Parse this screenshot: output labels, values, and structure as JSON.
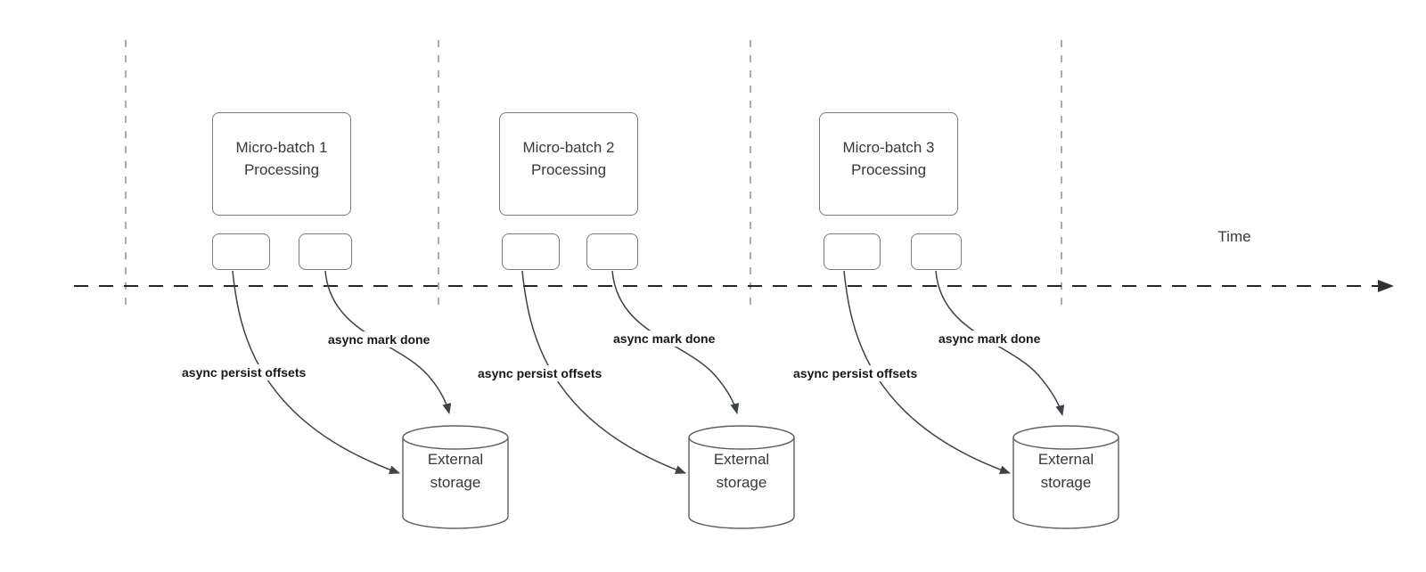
{
  "timeline": {
    "label": "Time"
  },
  "sections": [
    {
      "batch": {
        "line1": "Micro-batch 1",
        "line2": "Processing"
      },
      "persist_label": "async persist offsets",
      "done_label": "async mark done",
      "storage": {
        "line1": "External",
        "line2": "storage"
      }
    },
    {
      "batch": {
        "line1": "Micro-batch 2",
        "line2": "Processing"
      },
      "persist_label": "async persist offsets",
      "done_label": "async mark done",
      "storage": {
        "line1": "External",
        "line2": "storage"
      }
    },
    {
      "batch": {
        "line1": "Micro-batch 3",
        "line2": "Processing"
      },
      "persist_label": "async persist offsets",
      "done_label": "async mark done",
      "storage": {
        "line1": "External",
        "line2": "storage"
      }
    }
  ],
  "colors": {
    "timeline": "#22262b",
    "curve": "#3d434a",
    "divider": "#aaadb0",
    "box_border": "#767a7e",
    "cyl_border": "#5a6066",
    "text": "#33393f",
    "label_text": "#15181b",
    "bg": "#ffffff"
  }
}
